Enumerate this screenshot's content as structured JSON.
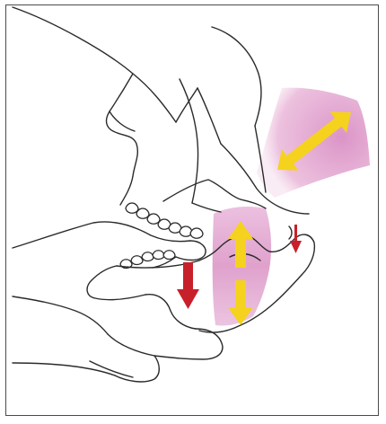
{
  "figure": {
    "description_free": true,
    "colors": {
      "outline": "#2a2a2a",
      "shade_pink": "#d98ec4",
      "shade_pink_light": "#eab9dc",
      "arrow_yellow": "#f5d21e",
      "arrow_red": "#c8202a",
      "background": "#ffffff"
    },
    "regions": [
      {
        "name": "temporal-muscle-shade"
      },
      {
        "name": "masseter-muscle-shade"
      }
    ],
    "arrows": [
      {
        "name": "temporal-double-arrow",
        "color": "yellow",
        "direction": "bidirectional"
      },
      {
        "name": "masseter-up-arrow",
        "color": "yellow",
        "direction": "up"
      },
      {
        "name": "masseter-down-arrow",
        "color": "yellow",
        "direction": "down"
      },
      {
        "name": "jaw-down-arrow",
        "color": "red",
        "direction": "down"
      },
      {
        "name": "condyle-down-arrow",
        "color": "red",
        "direction": "down"
      }
    ]
  }
}
